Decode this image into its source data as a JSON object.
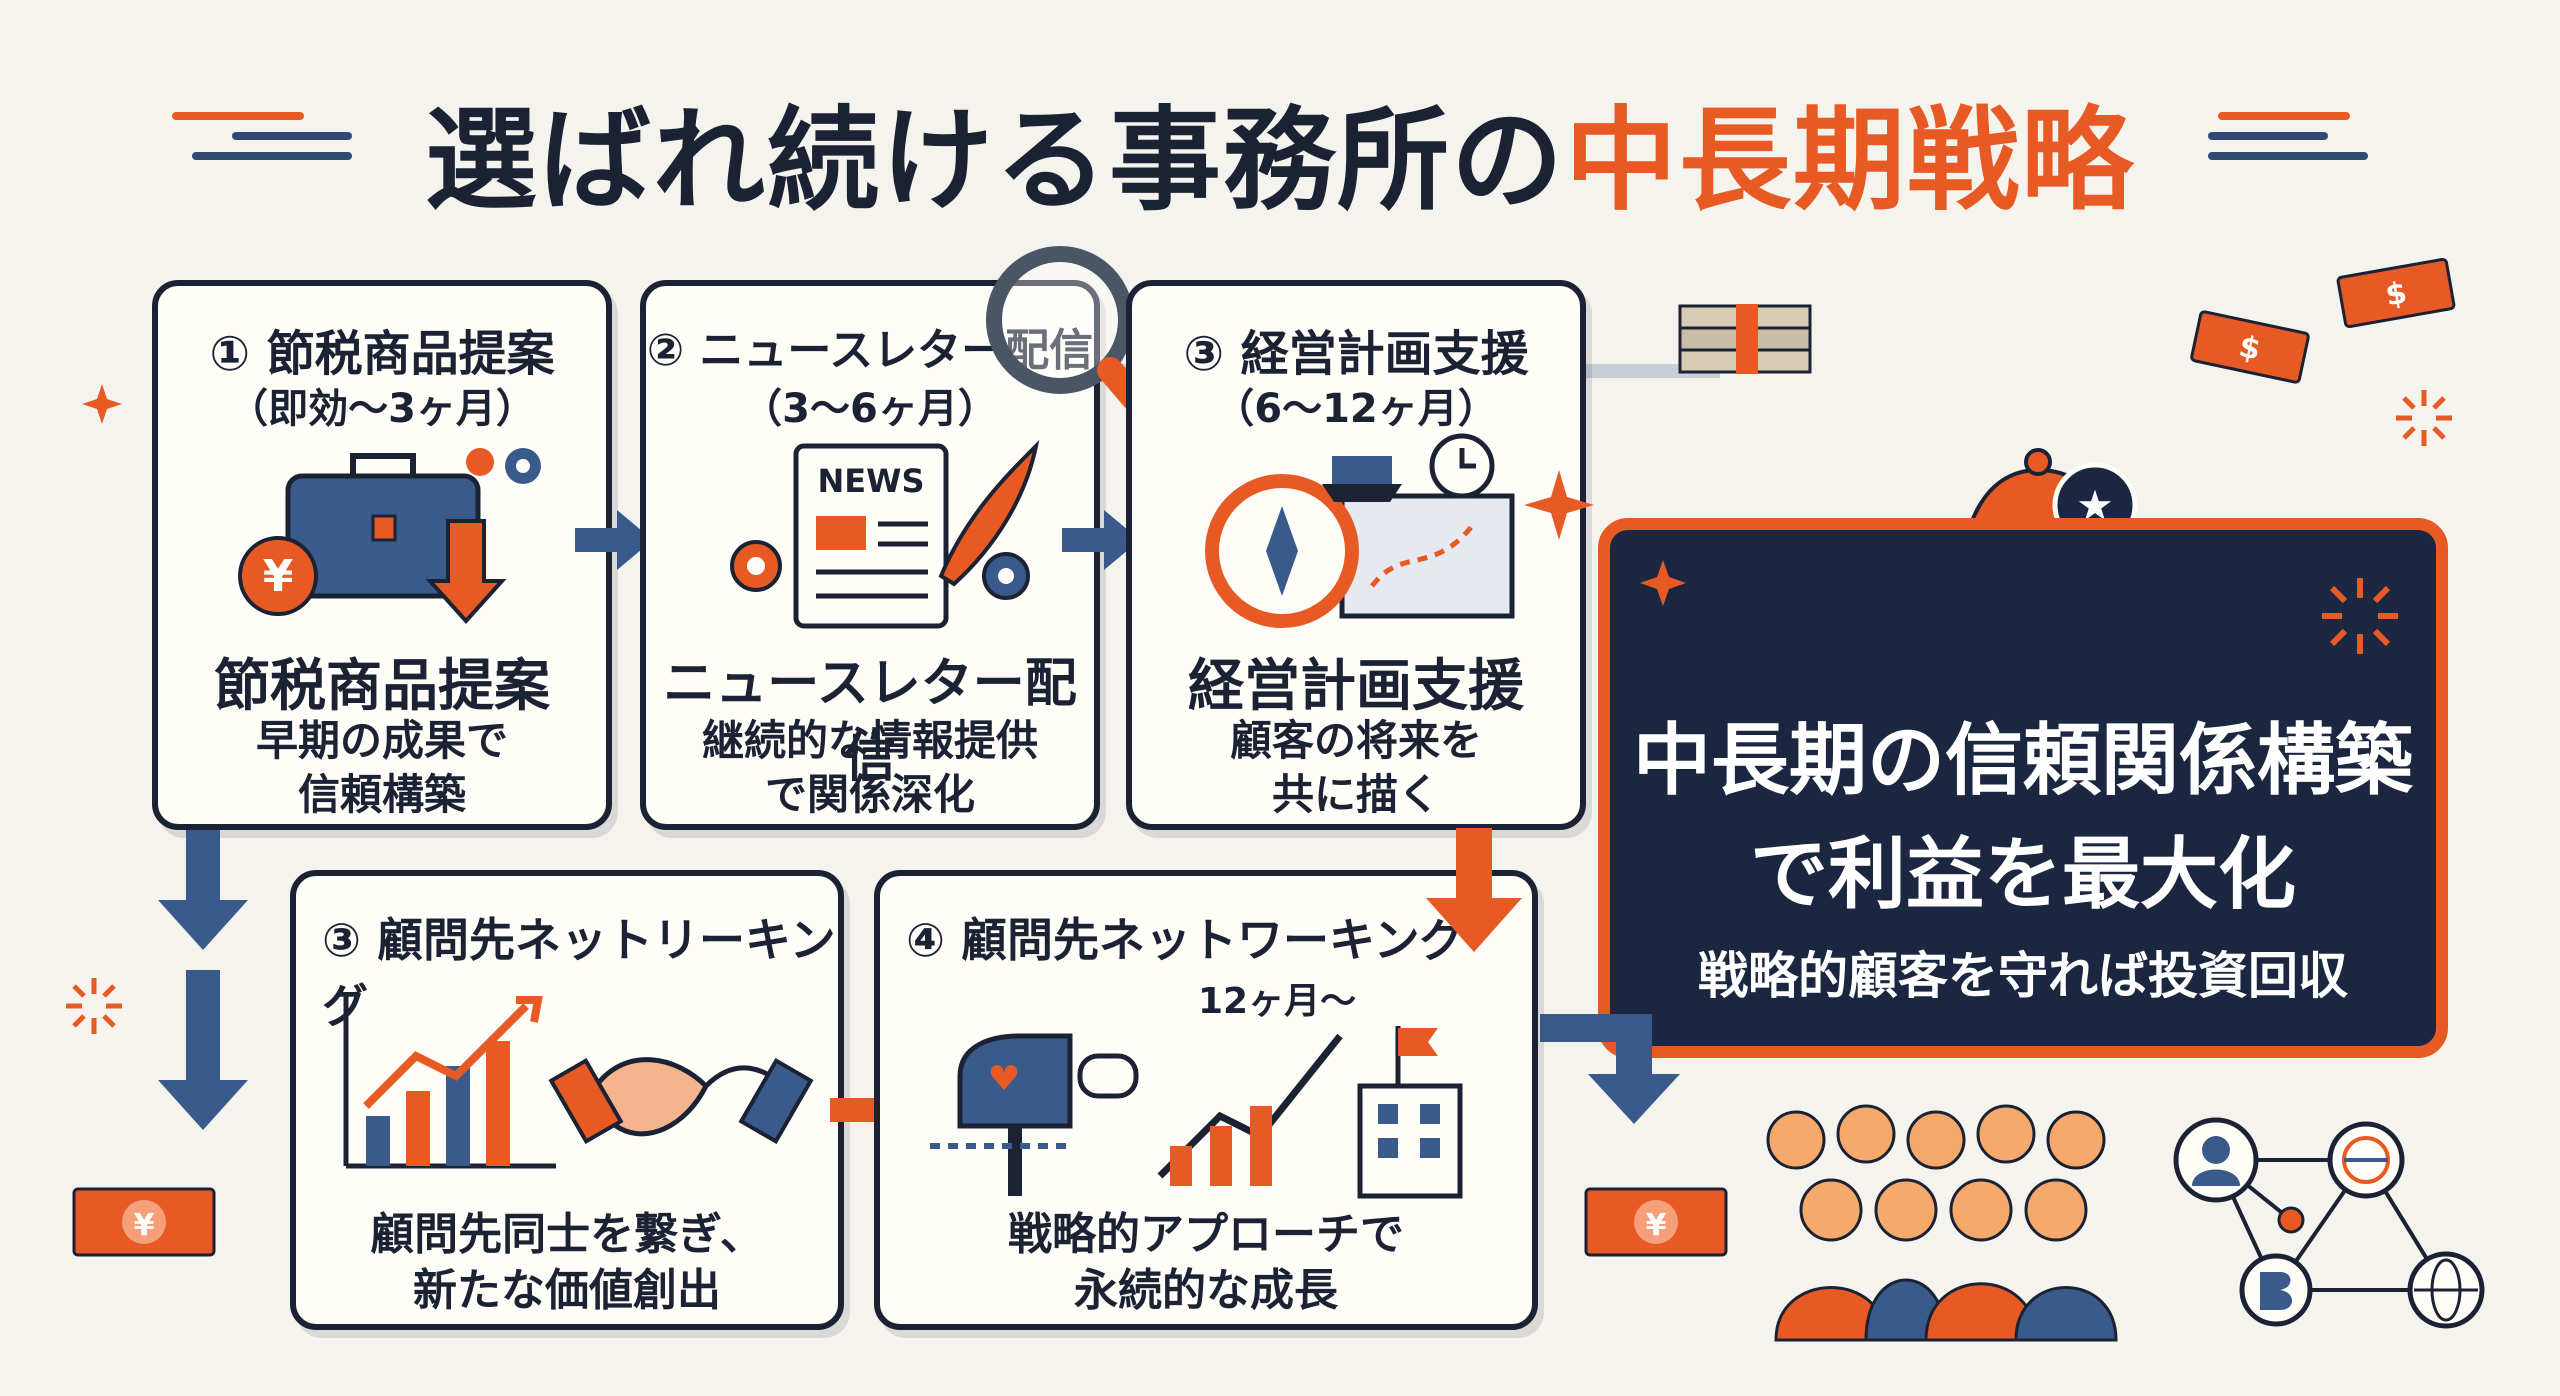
{
  "title": {
    "part1": "選ばれ続ける事務所の",
    "part2": "中長期戦略"
  },
  "steps": [
    {
      "id": "step1",
      "heading": "① 節税商品提案",
      "period": "（即効〜3ヶ月）",
      "name": "節税商品提案",
      "desc1": "早期の成果で",
      "desc2": "信頼構築"
    },
    {
      "id": "step2",
      "heading": "② ニュースレター配信",
      "period": "（3〜6ヶ月）",
      "name": "ニュースレター配信",
      "desc1": "継続的な情報提供",
      "desc2": "で関係深化",
      "news_label": "NEWS"
    },
    {
      "id": "step3",
      "heading": "③ 経営計画支援",
      "period": "（6〜12ヶ月）",
      "name": "経営計画支援",
      "desc1": "顧客の将来を",
      "desc2": "共に描く"
    },
    {
      "id": "step4",
      "heading": "③ 顧問先ネットリーキング",
      "desc1": "顧問先同士を繋ぎ、",
      "desc2": "新たな価値創出"
    },
    {
      "id": "step5",
      "heading": "④ 顧問先ネットワーキング",
      "period": "12ヶ月〜",
      "desc1": "戦略的アプローチで",
      "desc2": "永続的な成長"
    }
  ],
  "callout": {
    "line1": "中長期の信頼関係構築",
    "line2": "で利益を最大化",
    "line3": "戦略的顧客を守れば投資回収"
  },
  "icons": {
    "yen_symbol": "¥",
    "dollar_symbol": "$",
    "star_symbol": "★"
  },
  "colors": {
    "navy": "#1b2233",
    "orange": "#e85a24",
    "blue": "#3a5a8c",
    "background": "#f5f3ee"
  }
}
